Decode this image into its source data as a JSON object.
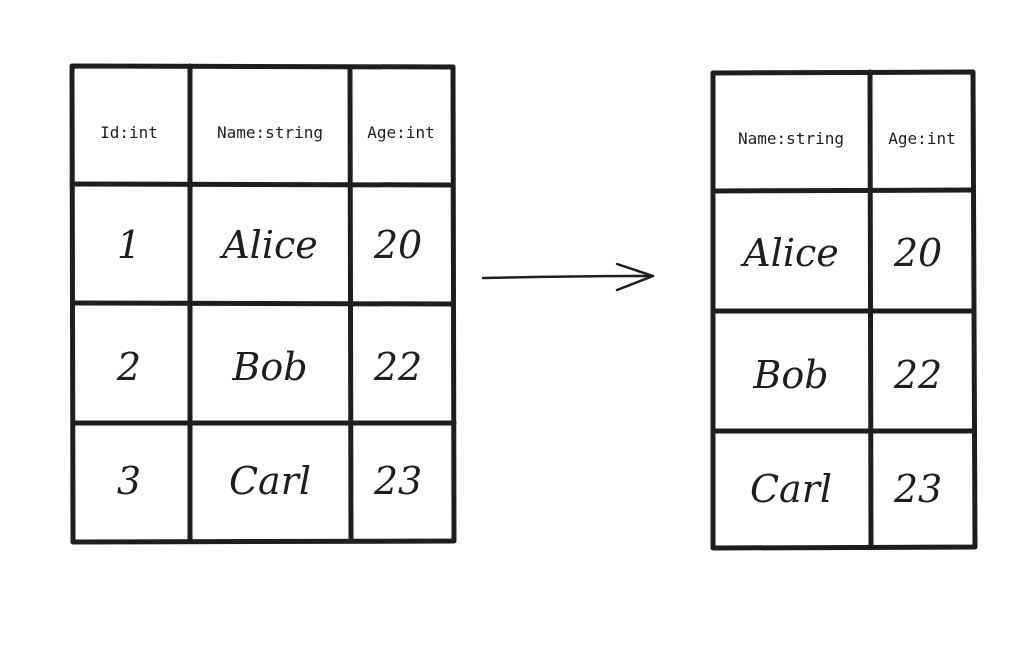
{
  "colors": {
    "ink": "#1e1e1e",
    "background": "#ffffff"
  },
  "source_table": {
    "headers": [
      "Id:int",
      "Name:string",
      "Age:int"
    ],
    "rows": [
      [
        "1",
        "Alice",
        "20"
      ],
      [
        "2",
        "Bob",
        "22"
      ],
      [
        "3",
        "Carl",
        "23"
      ]
    ]
  },
  "target_table": {
    "headers": [
      "Name:string",
      "Age:int"
    ],
    "rows": [
      [
        "Alice",
        "20"
      ],
      [
        "Bob",
        "22"
      ],
      [
        "Carl",
        "23"
      ]
    ]
  },
  "connector": {
    "icon": "arrow-right-icon",
    "direction": "left-to-right"
  }
}
